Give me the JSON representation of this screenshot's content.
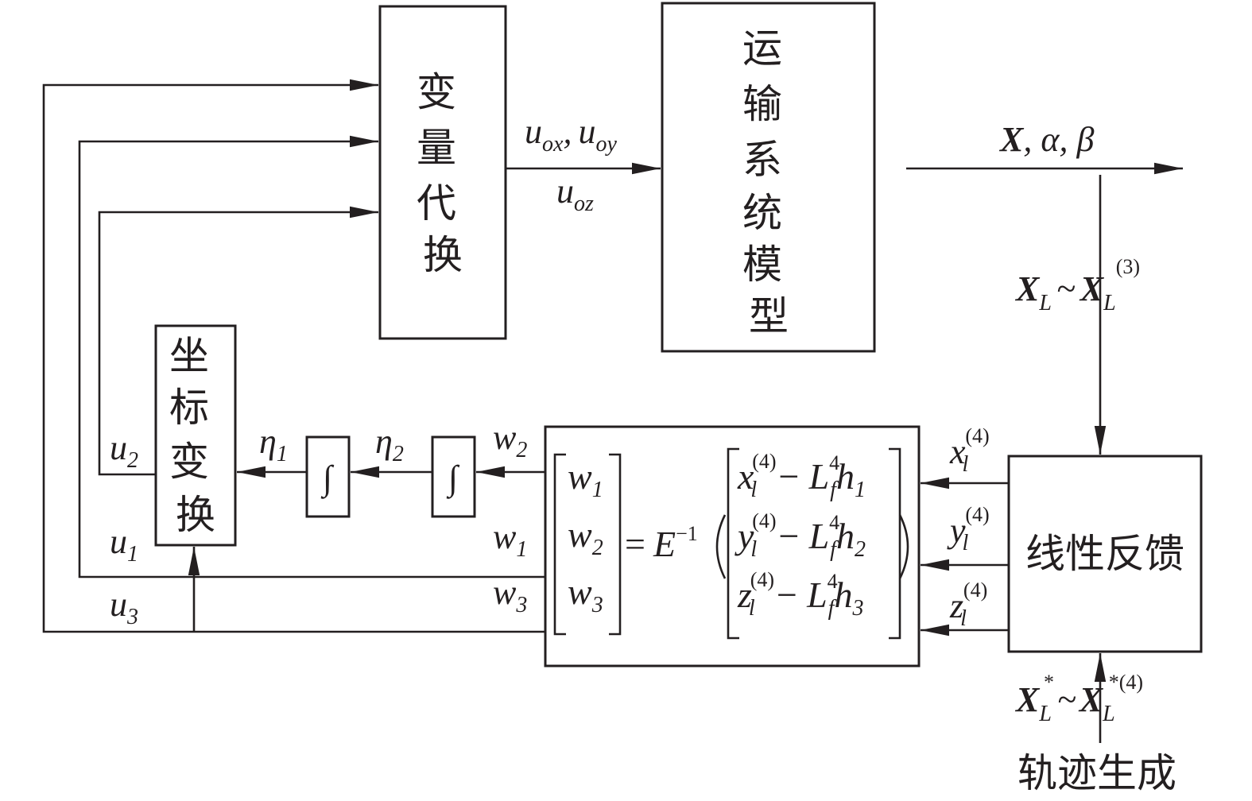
{
  "blocks": {
    "variable_substitution": "变量代换",
    "transport_model": "运输系统模型",
    "coordinate_transform": "坐标变换",
    "linear_feedback": "线性反馈",
    "trajectory_generation": "轨迹生成",
    "integrator_symbol": "∫"
  },
  "signals": {
    "output": {
      "X": "X",
      "rest": ", α, β"
    },
    "u_ox": {
      "base": "u",
      "sub": "ox"
    },
    "comma": ",",
    "u_oy": {
      "base": "u",
      "sub": "oy"
    },
    "u_oz": {
      "base": "u",
      "sub": "oz"
    },
    "state_deriv": {
      "base": "X",
      "sub": "L",
      "tilde": "~",
      "sup": "(3)"
    },
    "reference": {
      "base": "X",
      "sub": "L",
      "star": "*",
      "tilde": "~",
      "sup": "*(4)"
    },
    "x4": {
      "base": "x",
      "sub": "l",
      "sup": "(4)"
    },
    "y4": {
      "base": "y",
      "sub": "l",
      "sup": "(4)"
    },
    "z4": {
      "base": "z",
      "sub": "l",
      "sup": "(4)"
    },
    "w1": {
      "base": "w",
      "sub": "1"
    },
    "w2": {
      "base": "w",
      "sub": "2"
    },
    "w3": {
      "base": "w",
      "sub": "3"
    },
    "eta1": {
      "base": "η",
      "sub": "1"
    },
    "eta2": {
      "base": "η",
      "sub": "2"
    },
    "u1": {
      "base": "u",
      "sub": "1"
    },
    "u2": {
      "base": "u",
      "sub": "2"
    },
    "u3": {
      "base": "u",
      "sub": "3"
    }
  },
  "equation": {
    "lhs": [
      {
        "base": "w",
        "sub": "1"
      },
      {
        "base": "w",
        "sub": "2"
      },
      {
        "base": "w",
        "sub": "3"
      }
    ],
    "equals": "=",
    "E": "E",
    "inv": "−1",
    "rows": [
      {
        "var": "x",
        "sub": "l",
        "sup": "(4)",
        "minus": "−",
        "L": "L",
        "Lsup": "4",
        "Lsub": "f",
        "h": "h",
        "hsub": "1"
      },
      {
        "var": "y",
        "sub": "l",
        "sup": "(4)",
        "minus": "−",
        "L": "L",
        "Lsup": "4",
        "Lsub": "f",
        "h": "h",
        "hsub": "2"
      },
      {
        "var": "z",
        "sub": "l",
        "sup": "(4)",
        "minus": "−",
        "L": "L",
        "Lsup": "4",
        "Lsub": "f",
        "h": "h",
        "hsub": "3"
      }
    ]
  }
}
